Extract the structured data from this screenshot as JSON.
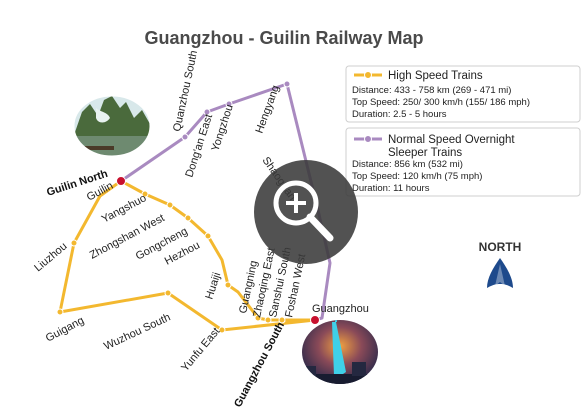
{
  "title": "Guangzhou - Guilin Railway Map",
  "colors": {
    "high_speed": "#f3b82f",
    "normal_speed": "#a98ac0",
    "terminal": "#c8102e",
    "zoom_overlay": "#3a3a3a"
  },
  "stations": {
    "guilin_north": "Guilin North",
    "guilin": "Guilin",
    "yangshuo": "Yangshuo",
    "zhongshan_west": "Zhongshan West",
    "gongcheng": "Gongcheng",
    "hezhou": "Hezhou",
    "liuzhou": "Liuzhou",
    "guigang": "Guigang",
    "wuzhou_south": "Wuzhou South",
    "yunfu_east": "Yunfu East",
    "huaiji": "Huaiji",
    "guangning": "Guangning",
    "zhaoqing_east": "Zhaoqing East",
    "sanshui_south": "Sanshui South",
    "foshan_west": "Foshan West",
    "guangzhou": "Guangzhou",
    "guangzhou_south": "Guangzhou South",
    "quanzhou_south": "Quanzhou South",
    "dongan_east": "Dong'an East",
    "yongzhou": "Yongzhou",
    "hengyang": "Hengyang",
    "shaoguan": "Shaoguan"
  },
  "legend": {
    "high_speed": {
      "title": "High Speed Trains",
      "distance": "Distance: 433 - 758 km (269 - 471 mi)",
      "top_speed": "Top Speed: 250/ 300 km/h (155/ 186 mph)",
      "duration": "Duration: 2.5 - 5 hours"
    },
    "normal_speed": {
      "title_line1": "Normal Speed Overnight",
      "title_line2": "Sleeper Trains",
      "distance": "Distance: 856 km (532 mi)",
      "top_speed": "Top Speed: 120 km/h (75 mph)",
      "duration": "Duration: 11 hours"
    }
  },
  "north": {
    "label": "NORTH",
    "icon": "compass-arrow-icon"
  },
  "zoom_button": {
    "icon": "zoom-in-magnifier-icon"
  },
  "photos": {
    "guilin": "guilin-karst-river-photo",
    "guangzhou": "canton-tower-night-photo"
  }
}
